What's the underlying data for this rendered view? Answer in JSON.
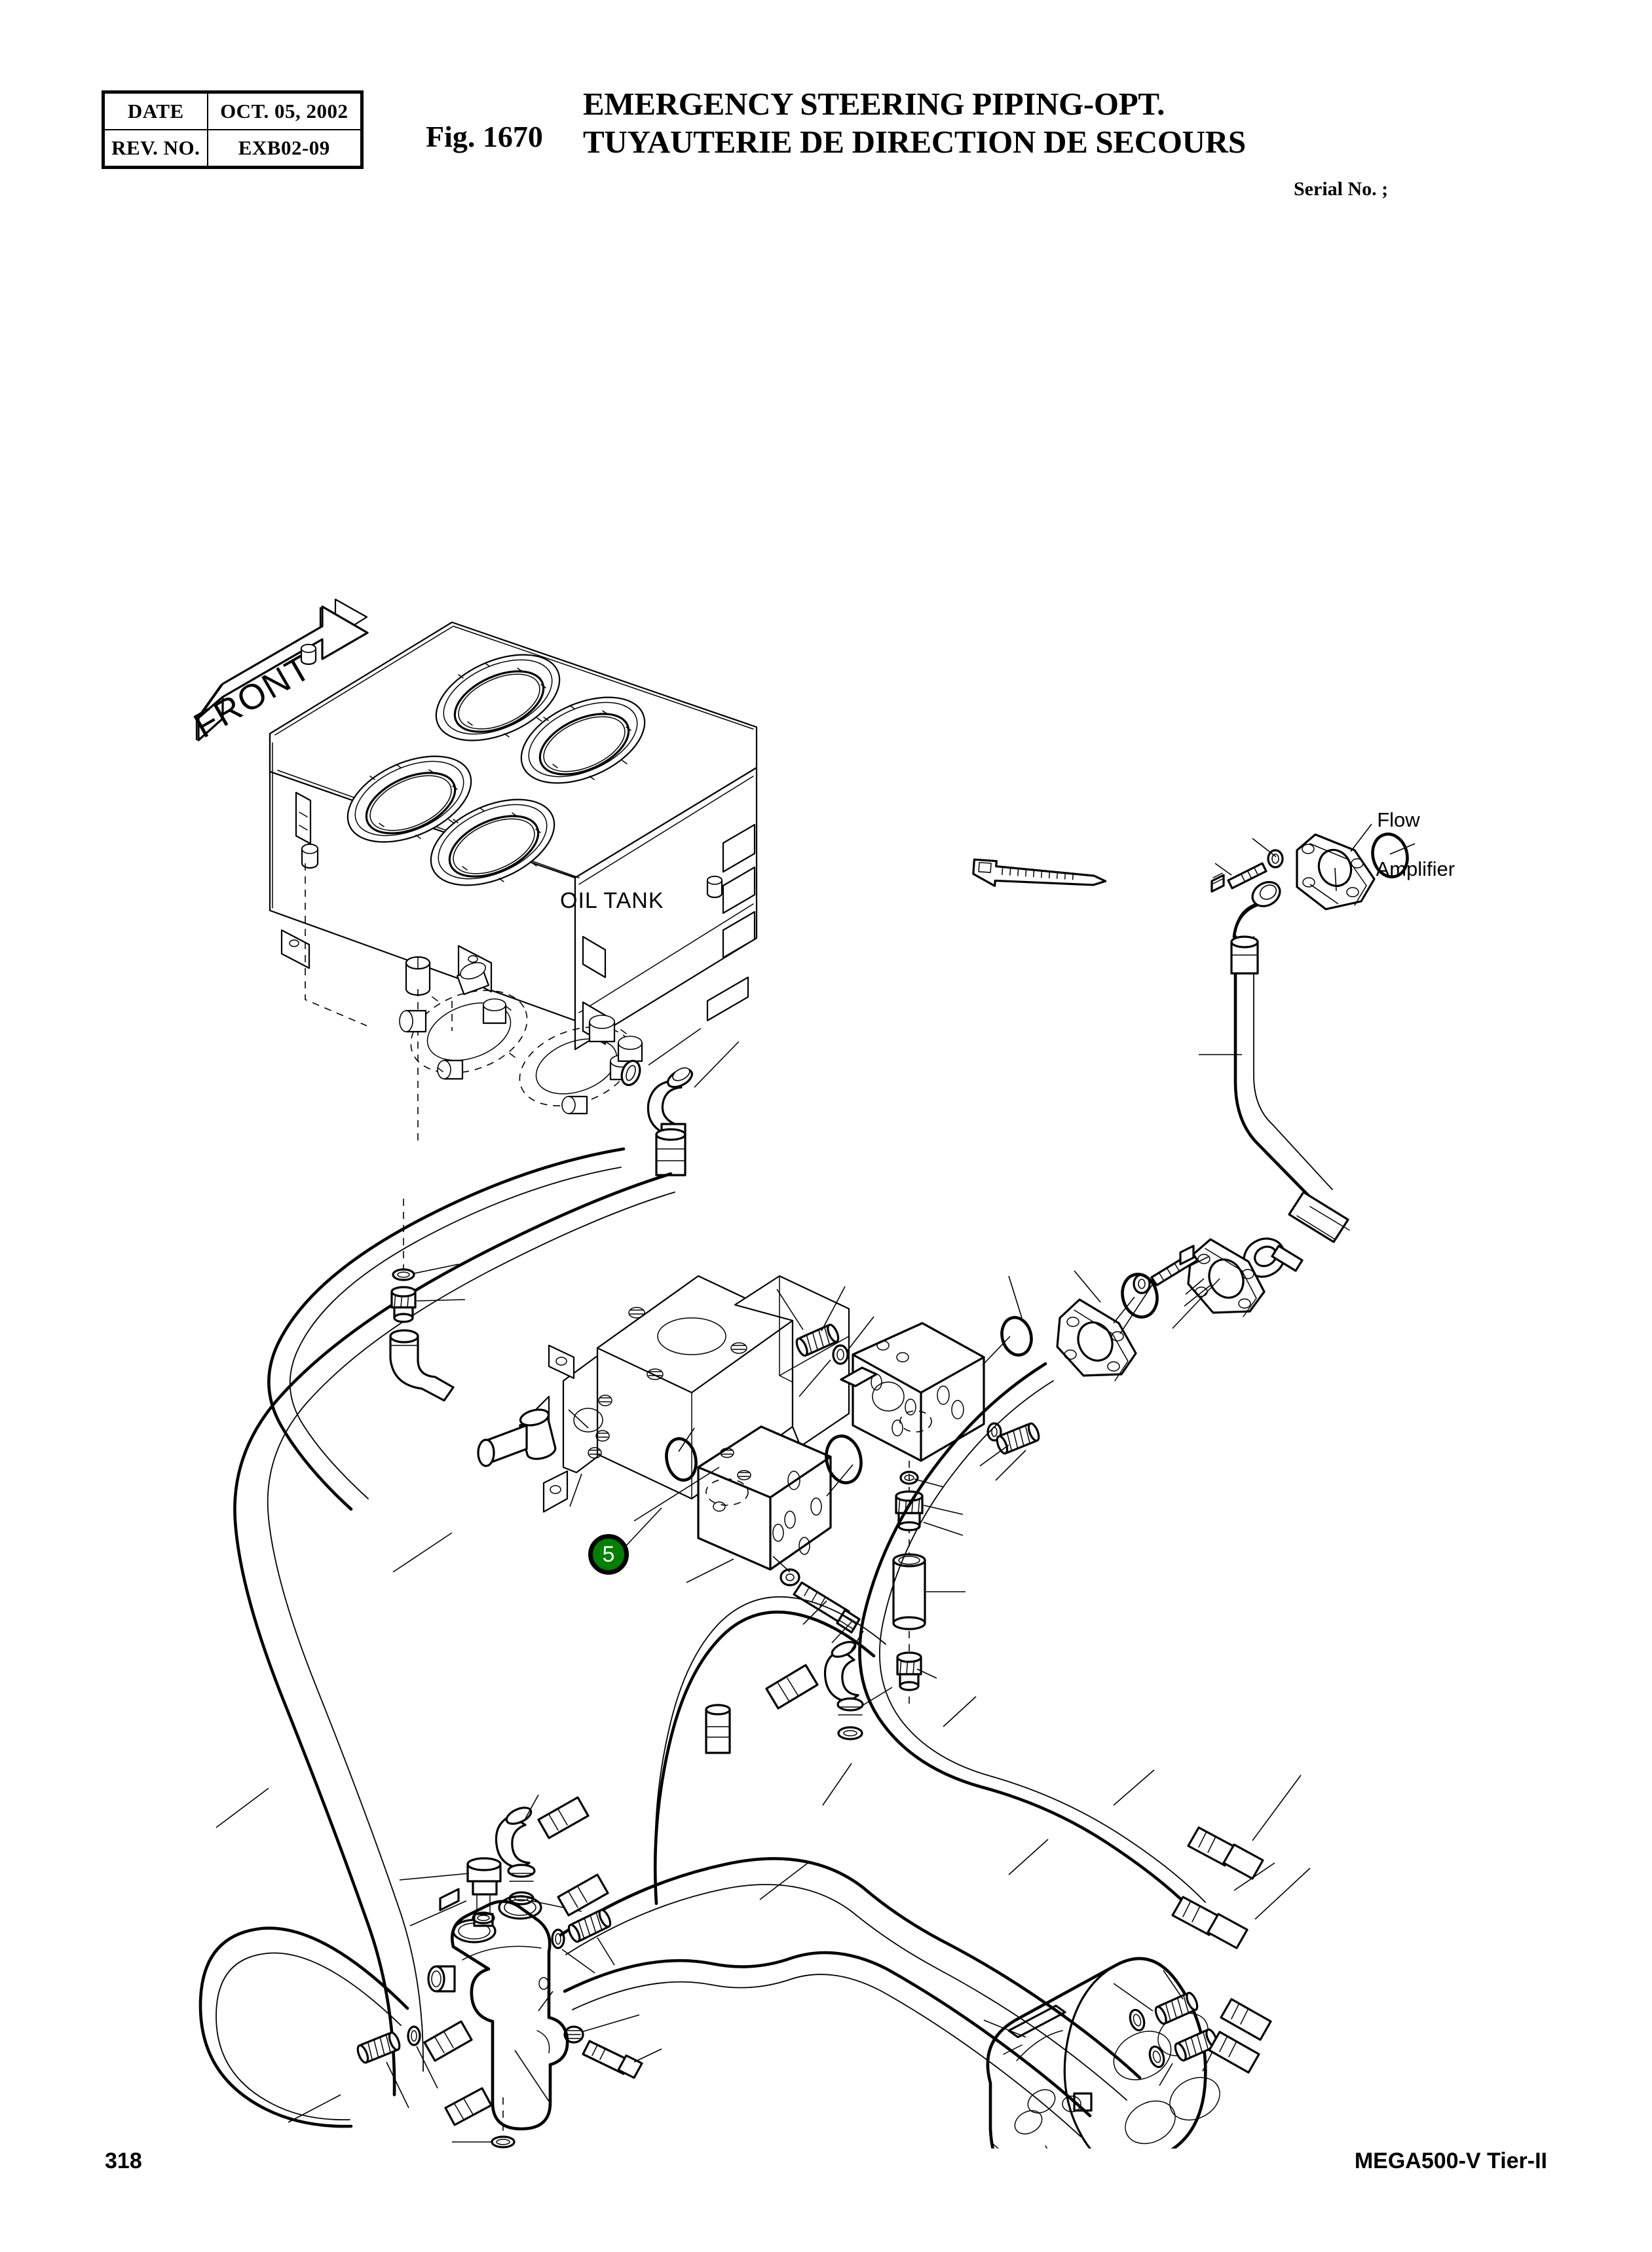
{
  "header": {
    "revision_table": {
      "rows": [
        {
          "label": "DATE",
          "value": "OCT.  05, 2002"
        },
        {
          "label": "REV. NO.",
          "value": "EXB02-09"
        }
      ]
    },
    "figure_number": "Fig. 1670",
    "title_en": "EMERGENCY STEERING PIPING-OPT.",
    "title_fr": "TUYAUTERIE DE DIRECTION DE SECOURS",
    "serial_no": "Serial No. ;"
  },
  "drawing": {
    "orientation_arrow_label": "FRONT",
    "labels": {
      "oil_tank": "OIL TANK",
      "flow_amplifier_line1": "Flow",
      "flow_amplifier_line2": "Amplifier"
    },
    "callouts": [
      {
        "number": "5",
        "color": "#008000",
        "text_color": "#ffffff",
        "border_color": "#000000"
      }
    ],
    "components": [
      "oil-tank",
      "flow-amplifier-flange",
      "emergency-steering-pump",
      "valve-block-upper",
      "valve-block-lower",
      "valve-block-right",
      "steering-valve-body",
      "steering-orbital-unit",
      "cable-tie",
      "hydraulic-hoses",
      "o-rings",
      "elbow-fittings",
      "bolts",
      "washers"
    ]
  },
  "footer": {
    "page_number": "318",
    "model": "MEGA500-V Tier-II"
  }
}
